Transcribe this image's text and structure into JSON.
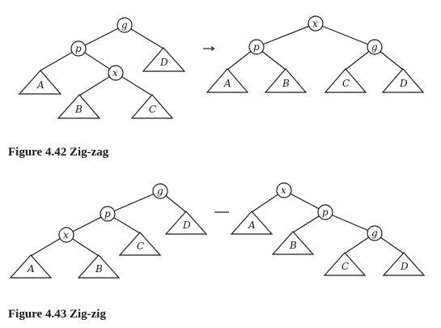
{
  "figures": [
    {
      "caption": "Figure 4.42 Zig-zag",
      "before": {
        "nodes": {
          "g": "g",
          "p": "p",
          "x": "x"
        },
        "subtrees": {
          "A": "A",
          "B": "B",
          "C": "C",
          "D": "D"
        }
      },
      "after": {
        "nodes": {
          "g": "g",
          "p": "p",
          "x": "x"
        },
        "subtrees": {
          "A": "A",
          "B": "B",
          "C": "C",
          "D": "D"
        }
      }
    },
    {
      "caption": "Figure 4.43 Zig-zig",
      "before": {
        "nodes": {
          "g": "g",
          "p": "p",
          "x": "x"
        },
        "subtrees": {
          "A": "A",
          "B": "B",
          "C": "C",
          "D": "D"
        }
      },
      "after": {
        "nodes": {
          "g": "g",
          "p": "p",
          "x": "x"
        },
        "subtrees": {
          "A": "A",
          "B": "B",
          "C": "C",
          "D": "D"
        }
      }
    }
  ]
}
